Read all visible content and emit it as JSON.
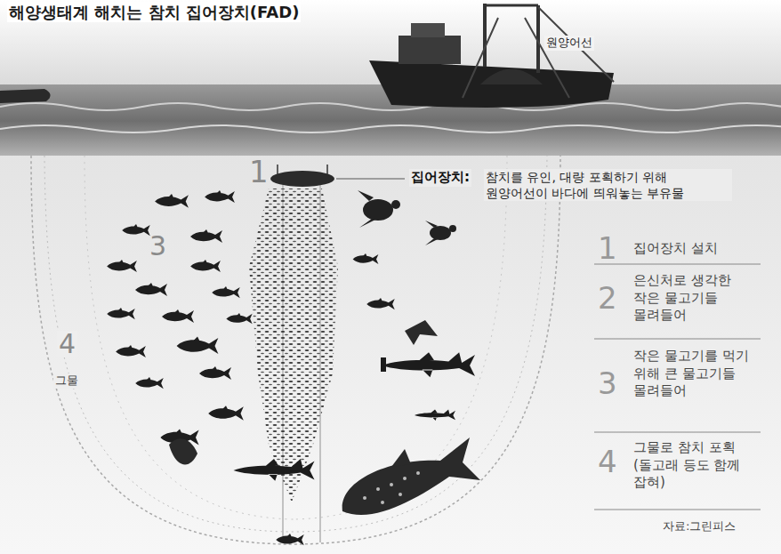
{
  "diagram": {
    "title": "해양생태계 해치는 참치 집어장치(FAD)",
    "labels": [
      "원양어선",
      "1",
      "집어장치:",
      "참치를 유인, 대량 포획하기 위해 원양어선이 바다에 띄워놓는 부유물",
      "3",
      "4",
      "그물",
      "1",
      "집어장치 설치",
      "2",
      "은신처로 생각한 작은 물고기들 몰려들어",
      "3",
      "작은 물고기를 먹기 위해 큰 물고기들 몰려들어",
      "4",
      "그물로 참치 포획 (돌고래 등도 함께 잡혀)",
      "자료:그린피스"
    ]
  }
}
